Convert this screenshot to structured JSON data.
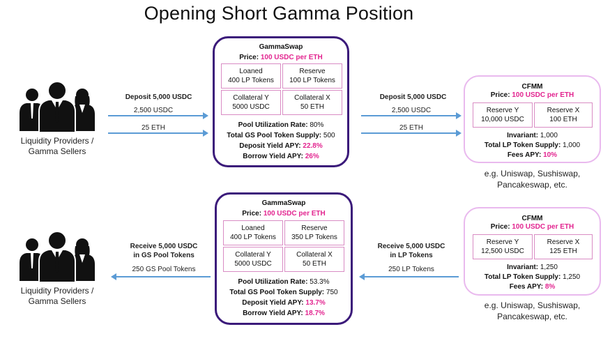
{
  "title": "Opening Short Gamma Position",
  "colors": {
    "arrow": "#5b9bd5",
    "gs_border": "#3b1a7a",
    "cfmm_border": "#e9b9ee",
    "highlight": "#e2248f"
  },
  "top": {
    "people_label_1": "Liquidity Providers /",
    "people_label_2": "Gamma Sellers",
    "left_arrow": {
      "title": "Deposit 5,000 USDC",
      "line1": "2,500 USDC",
      "line2": "25 ETH"
    },
    "gammaswap": {
      "title": "GammaSwap",
      "price_label": "Price:",
      "price_value": "100 USDC per ETH",
      "cells": [
        {
          "name": "Loaned",
          "value": "400 LP Tokens"
        },
        {
          "name": "Reserve",
          "value": "100 LP Tokens"
        },
        {
          "name": "Collateral Y",
          "value": "5000 USDC"
        },
        {
          "name": "Collateral X",
          "value": "50 ETH"
        }
      ],
      "utilization_label": "Pool Utilization Rate:",
      "utilization_value": "80%",
      "supply_label": "Total GS Pool Token Supply:",
      "supply_value": "500",
      "deposit_label": "Deposit Yield APY:",
      "deposit_value": "22.8%",
      "borrow_label": "Borrow Yield APY:",
      "borrow_value": "26%"
    },
    "right_arrow": {
      "title": "Deposit 5,000 USDC",
      "line1": "2,500 USDC",
      "line2": "25 ETH"
    },
    "cfmm": {
      "title": "CFMM",
      "price_label": "Price:",
      "price_value": "100 USDC per ETH",
      "cells": [
        {
          "name": "Reserve Y",
          "value": "10,000 USDC"
        },
        {
          "name": "Reserve X",
          "value": "100 ETH"
        }
      ],
      "invariant_label": "Invariant:",
      "invariant_value": "1,000",
      "supply_label": "Total LP Token Supply:",
      "supply_value": "1,000",
      "fees_label": "Fees APY:",
      "fees_value": "10%"
    },
    "eg_1": "e.g. Uniswap, Sushiswap,",
    "eg_2": "Pancakeswap, etc."
  },
  "bottom": {
    "people_label_1": "Liquidity Providers /",
    "people_label_2": "Gamma Sellers",
    "left_arrow": {
      "title_1": "Receive 5,000 USDC",
      "title_2": "in GS Pool Tokens",
      "line1": "250 GS Pool Tokens"
    },
    "gammaswap": {
      "title": "GammaSwap",
      "price_label": "Price:",
      "price_value": "100 USDC per ETH",
      "cells": [
        {
          "name": "Loaned",
          "value": "400 LP Tokens"
        },
        {
          "name": "Reserve",
          "value": "350 LP Tokens"
        },
        {
          "name": "Collateral Y",
          "value": "5000 USDC"
        },
        {
          "name": "Collateral X",
          "value": "50 ETH"
        }
      ],
      "utilization_label": "Pool Utilization Rate:",
      "utilization_value": "53.3%",
      "supply_label": "Total GS Pool Token Supply:",
      "supply_value": "750",
      "deposit_label": "Deposit Yield APY:",
      "deposit_value": "13.7%",
      "borrow_label": "Borrow Yield APY:",
      "borrow_value": "18.7%"
    },
    "right_arrow": {
      "title_1": "Receive 5,000 USDC",
      "title_2": "in LP Tokens",
      "line1": "250 LP Tokens"
    },
    "cfmm": {
      "title": "CFMM",
      "price_label": "Price:",
      "price_value": "100 USDC per ETH",
      "cells": [
        {
          "name": "Reserve Y",
          "value": "12,500 USDC"
        },
        {
          "name": "Reserve X",
          "value": "125 ETH"
        }
      ],
      "invariant_label": "Invariant:",
      "invariant_value": "1,250",
      "supply_label": "Total LP Token Supply:",
      "supply_value": "1,250",
      "fees_label": "Fees APY:",
      "fees_value": "8%"
    },
    "eg_1": "e.g. Uniswap, Sushiswap,",
    "eg_2": "Pancakeswap, etc."
  }
}
